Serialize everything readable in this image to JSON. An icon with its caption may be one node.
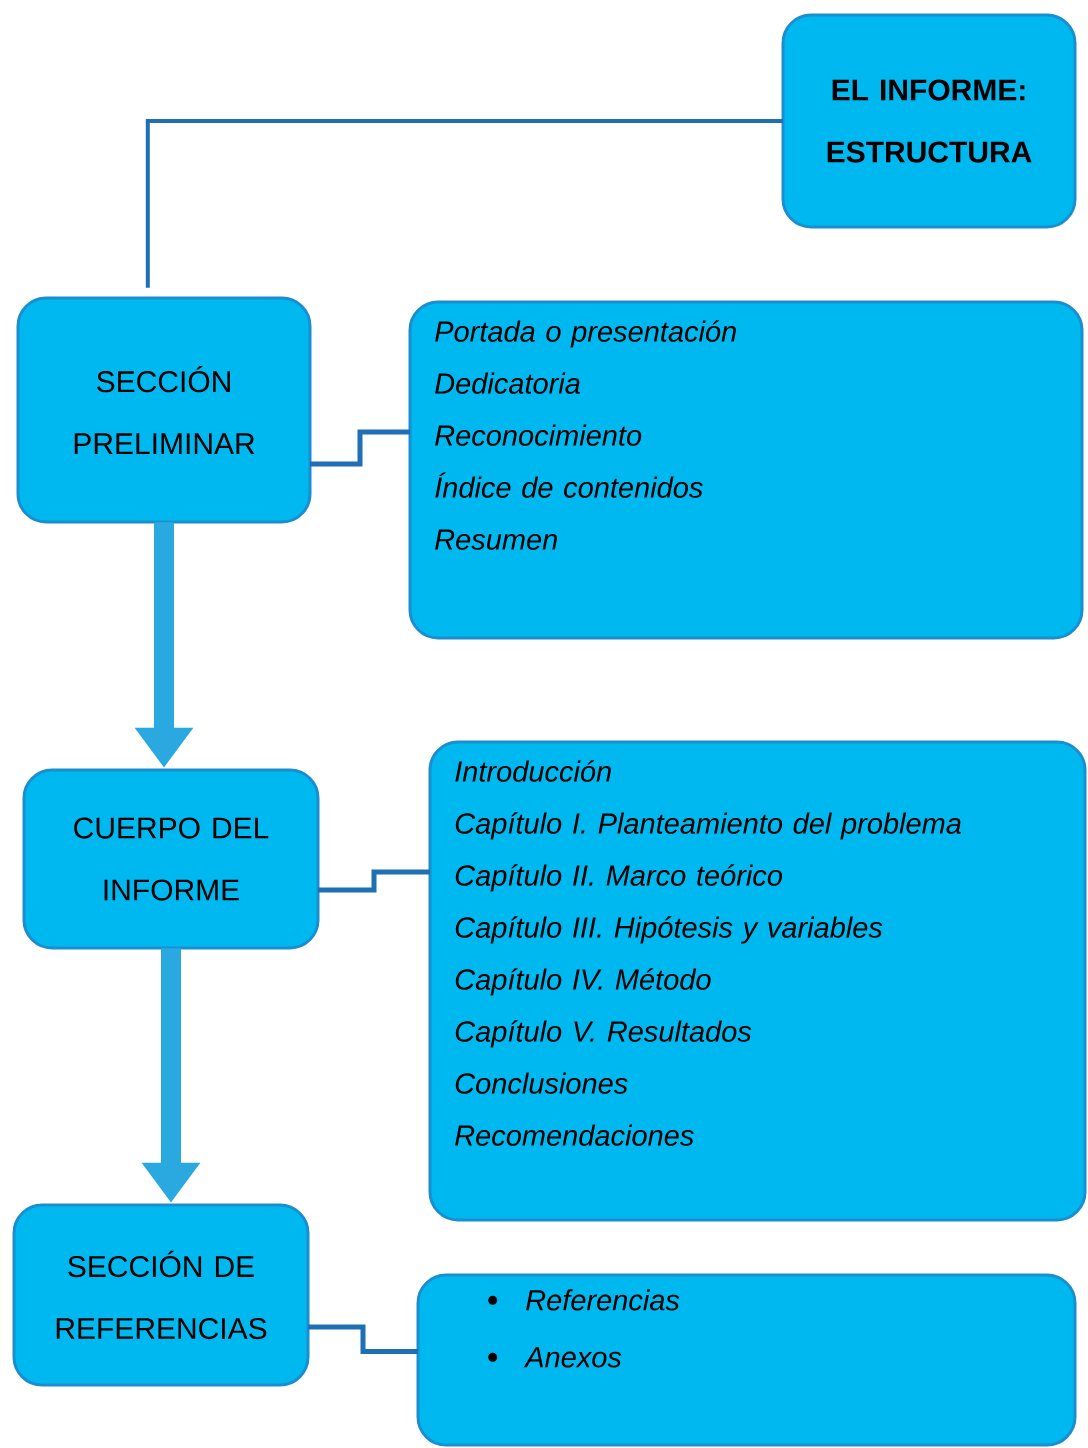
{
  "diagram": {
    "nodes": [
      {
        "text": [
          "EL INFORME: ESTRUCTURA"
        ]
      },
      {
        "text": [
          "SECCIÓN PRELIMINAR"
        ]
      },
      {
        "text": [
          "Portada o presentación",
          "Dedicatoria",
          "Reconocimiento",
          "Índice de contenidos",
          "Resumen"
        ]
      },
      {
        "text": [
          "CUERPO DEL INFORME"
        ]
      },
      {
        "text": [
          "Introducción",
          "Capítulo I. Planteamiento del problema",
          "Capítulo II. Marco teórico",
          "Capítulo III. Hipótesis y variables",
          "Capítulo IV. Método",
          "Capítulo V. Resultados",
          "Conclusiones",
          "Recomendaciones"
        ]
      },
      {
        "text": [
          "SECCIÓN DE REFERENCIAS"
        ]
      },
      {
        "text": [
          "Referencias",
          "Anexos"
        ]
      }
    ],
    "edges": [
      {
        "from": 0,
        "to": 1,
        "arrow": "none"
      },
      {
        "from": 1,
        "to": 2,
        "arrow": "none"
      },
      {
        "from": 1,
        "to": 3,
        "arrow": "to",
        "style": "thick"
      },
      {
        "from": 3,
        "to": 4,
        "arrow": "none"
      },
      {
        "from": 3,
        "to": 5,
        "arrow": "to",
        "style": "thick"
      },
      {
        "from": 5,
        "to": 6,
        "arrow": "none"
      }
    ]
  }
}
